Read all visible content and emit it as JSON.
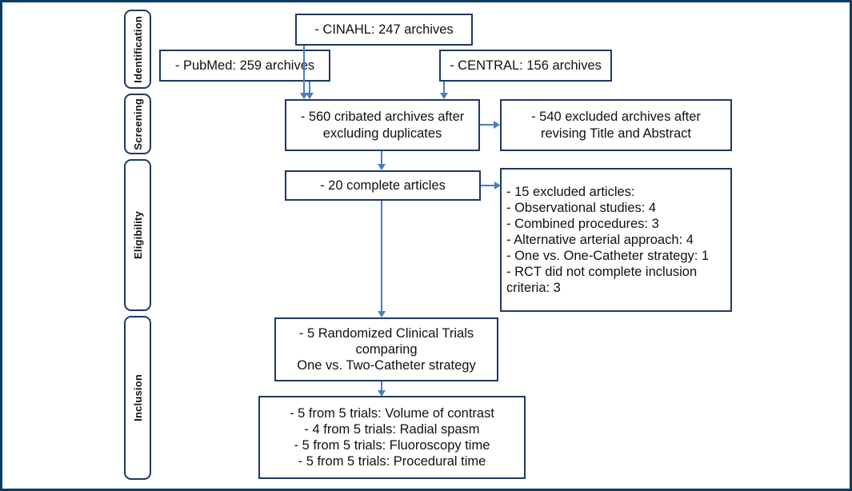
{
  "figure": {
    "type": "prisma-flow-diagram",
    "frame_color": "#0b3c63",
    "box_border_color": "#1f3864",
    "arrow_color": "#4a7ebb",
    "background": "#ffffff"
  },
  "stages": [
    {
      "id": "identification",
      "label": "Identification"
    },
    {
      "id": "screening",
      "label": "Screening"
    },
    {
      "id": "eligibility",
      "label": "Eligibility"
    },
    {
      "id": "inclusion",
      "label": "Inclusion"
    }
  ],
  "nodes": {
    "cinahl": {
      "text": "- CINAHL: 247 archives"
    },
    "pubmed": {
      "text": "- PubMed: 259 archives"
    },
    "central": {
      "text": "- CENTRAL: 156 archives"
    },
    "cribated": {
      "text": "- 560 cribated archives after\nexcluding duplicates"
    },
    "excluded_screening": {
      "text": "- 540 excluded archives after\nrevising Title and Abstract"
    },
    "complete_articles": {
      "text": "- 20 complete articles"
    },
    "excluded_eligibility": {
      "text": "- 15 excluded articles:\n- Observational studies: 4\n- Combined procedures: 3\n- Alternative arterial approach: 4\n- One vs. One-Catheter strategy: 1\n- RCT did not complete inclusion\ncriteria: 3"
    },
    "included_rcts": {
      "text": "- 5 Randomized Clinical Trials\ncomparing\nOne vs. Two-Catheter strategy"
    },
    "outcomes": {
      "text": "- 5 from 5 trials: Volume of contrast\n- 4 from 5 trials: Radial spasm\n- 5 from 5 trials: Fluoroscopy  time\n- 5 from 5 trials: Procedural time"
    }
  },
  "chart_data": {
    "type": "table",
    "title": "PRISMA flow diagram",
    "records_identified": [
      {
        "source": "CINAHL",
        "count": 247,
        "unit": "archives"
      },
      {
        "source": "PubMed",
        "count": 259,
        "unit": "archives"
      },
      {
        "source": "CENTRAL",
        "count": 156,
        "unit": "archives"
      }
    ],
    "after_duplicates_removed": 560,
    "excluded_after_title_abstract": 540,
    "full_text_assessed": 20,
    "excluded_full_text_total": 15,
    "exclusion_reasons": [
      {
        "reason": "Observational studies",
        "count": 4
      },
      {
        "reason": "Combined procedures",
        "count": 3
      },
      {
        "reason": "Alternative arterial approach",
        "count": 4
      },
      {
        "reason": "One vs. One-Catheter strategy",
        "count": 1
      },
      {
        "reason": "RCT did not complete inclusion criteria",
        "count": 3
      }
    ],
    "included_studies": 5,
    "included_description": "Randomized Clinical Trials comparing One vs. Two-Catheter strategy",
    "outcomes_reported": [
      {
        "outcome": "Volume of contrast",
        "trials": "5 from 5"
      },
      {
        "outcome": "Radial spasm",
        "trials": "4 from 5"
      },
      {
        "outcome": "Fluoroscopy time",
        "trials": "5 from 5"
      },
      {
        "outcome": "Procedural time",
        "trials": "5 from 5"
      }
    ]
  }
}
